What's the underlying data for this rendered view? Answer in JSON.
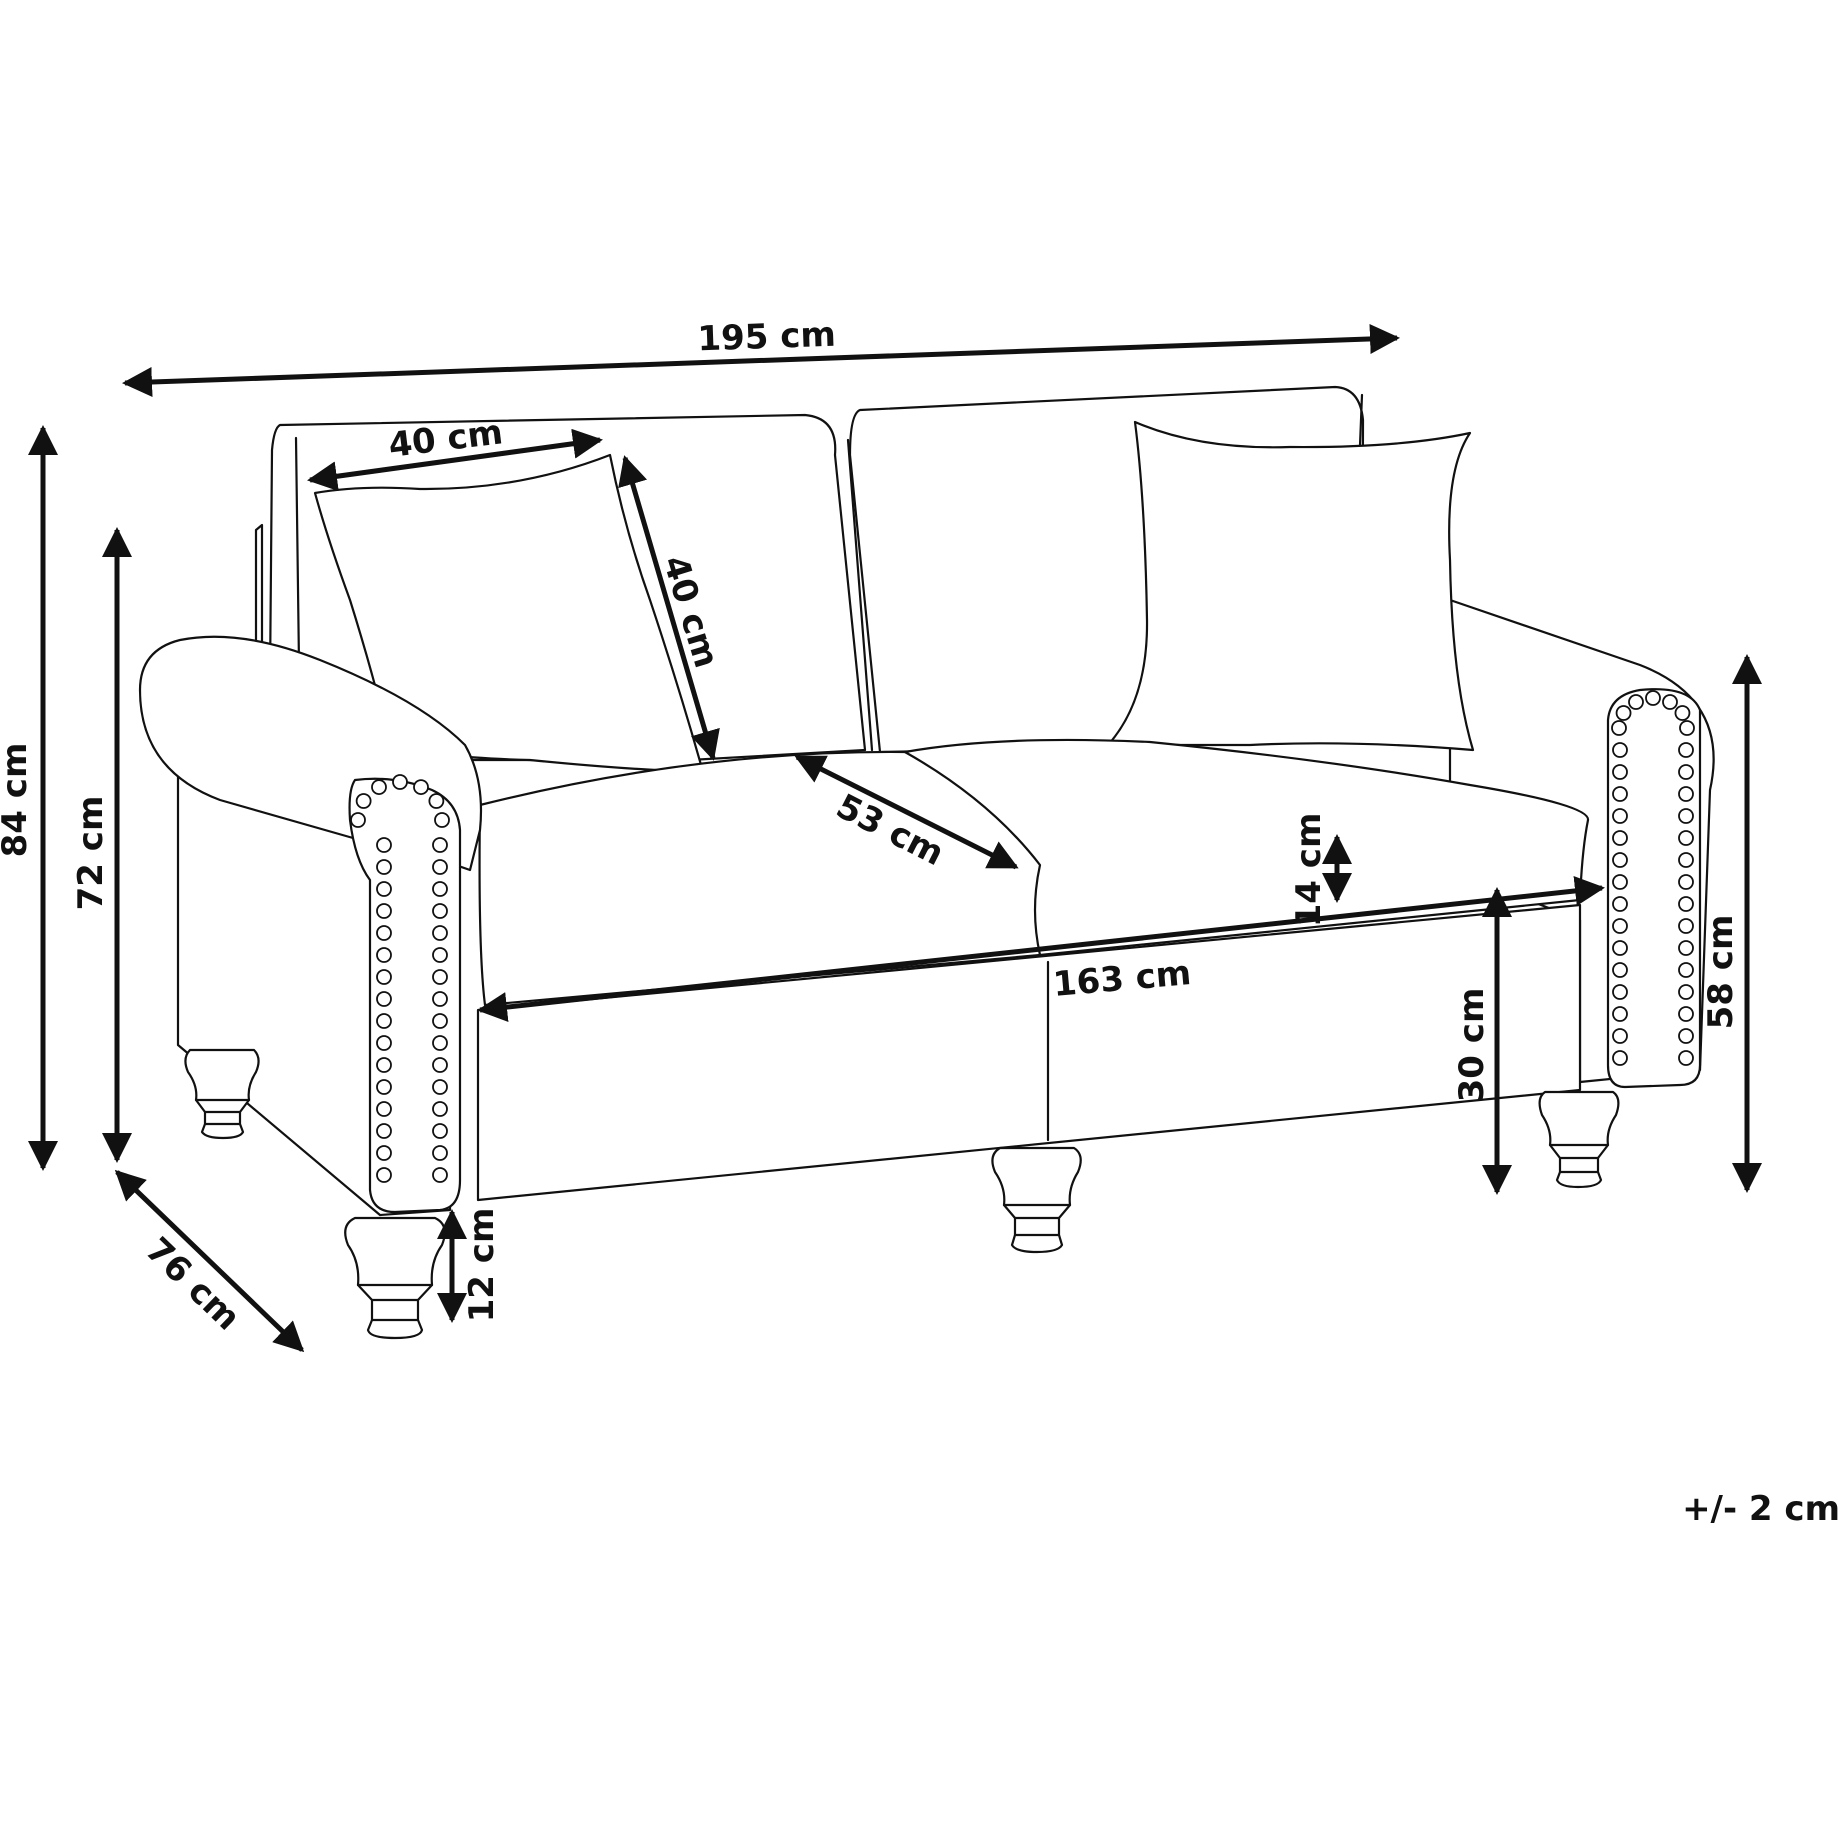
{
  "colors": {
    "line": "#111111",
    "background": "#ffffff"
  },
  "dimensions": {
    "total_width": "195 cm",
    "total_height": "84 cm",
    "back_height": "72 cm",
    "depth": "76 cm",
    "leg_height": "12 cm",
    "pillow_width": "40 cm",
    "pillow_height": "40 cm",
    "seat_depth": "53 cm",
    "cushion_thickness": "14 cm",
    "seat_width": "163 cm",
    "seat_height": "30 cm",
    "arm_height": "58 cm"
  },
  "tolerance": "+/- 2 cm"
}
